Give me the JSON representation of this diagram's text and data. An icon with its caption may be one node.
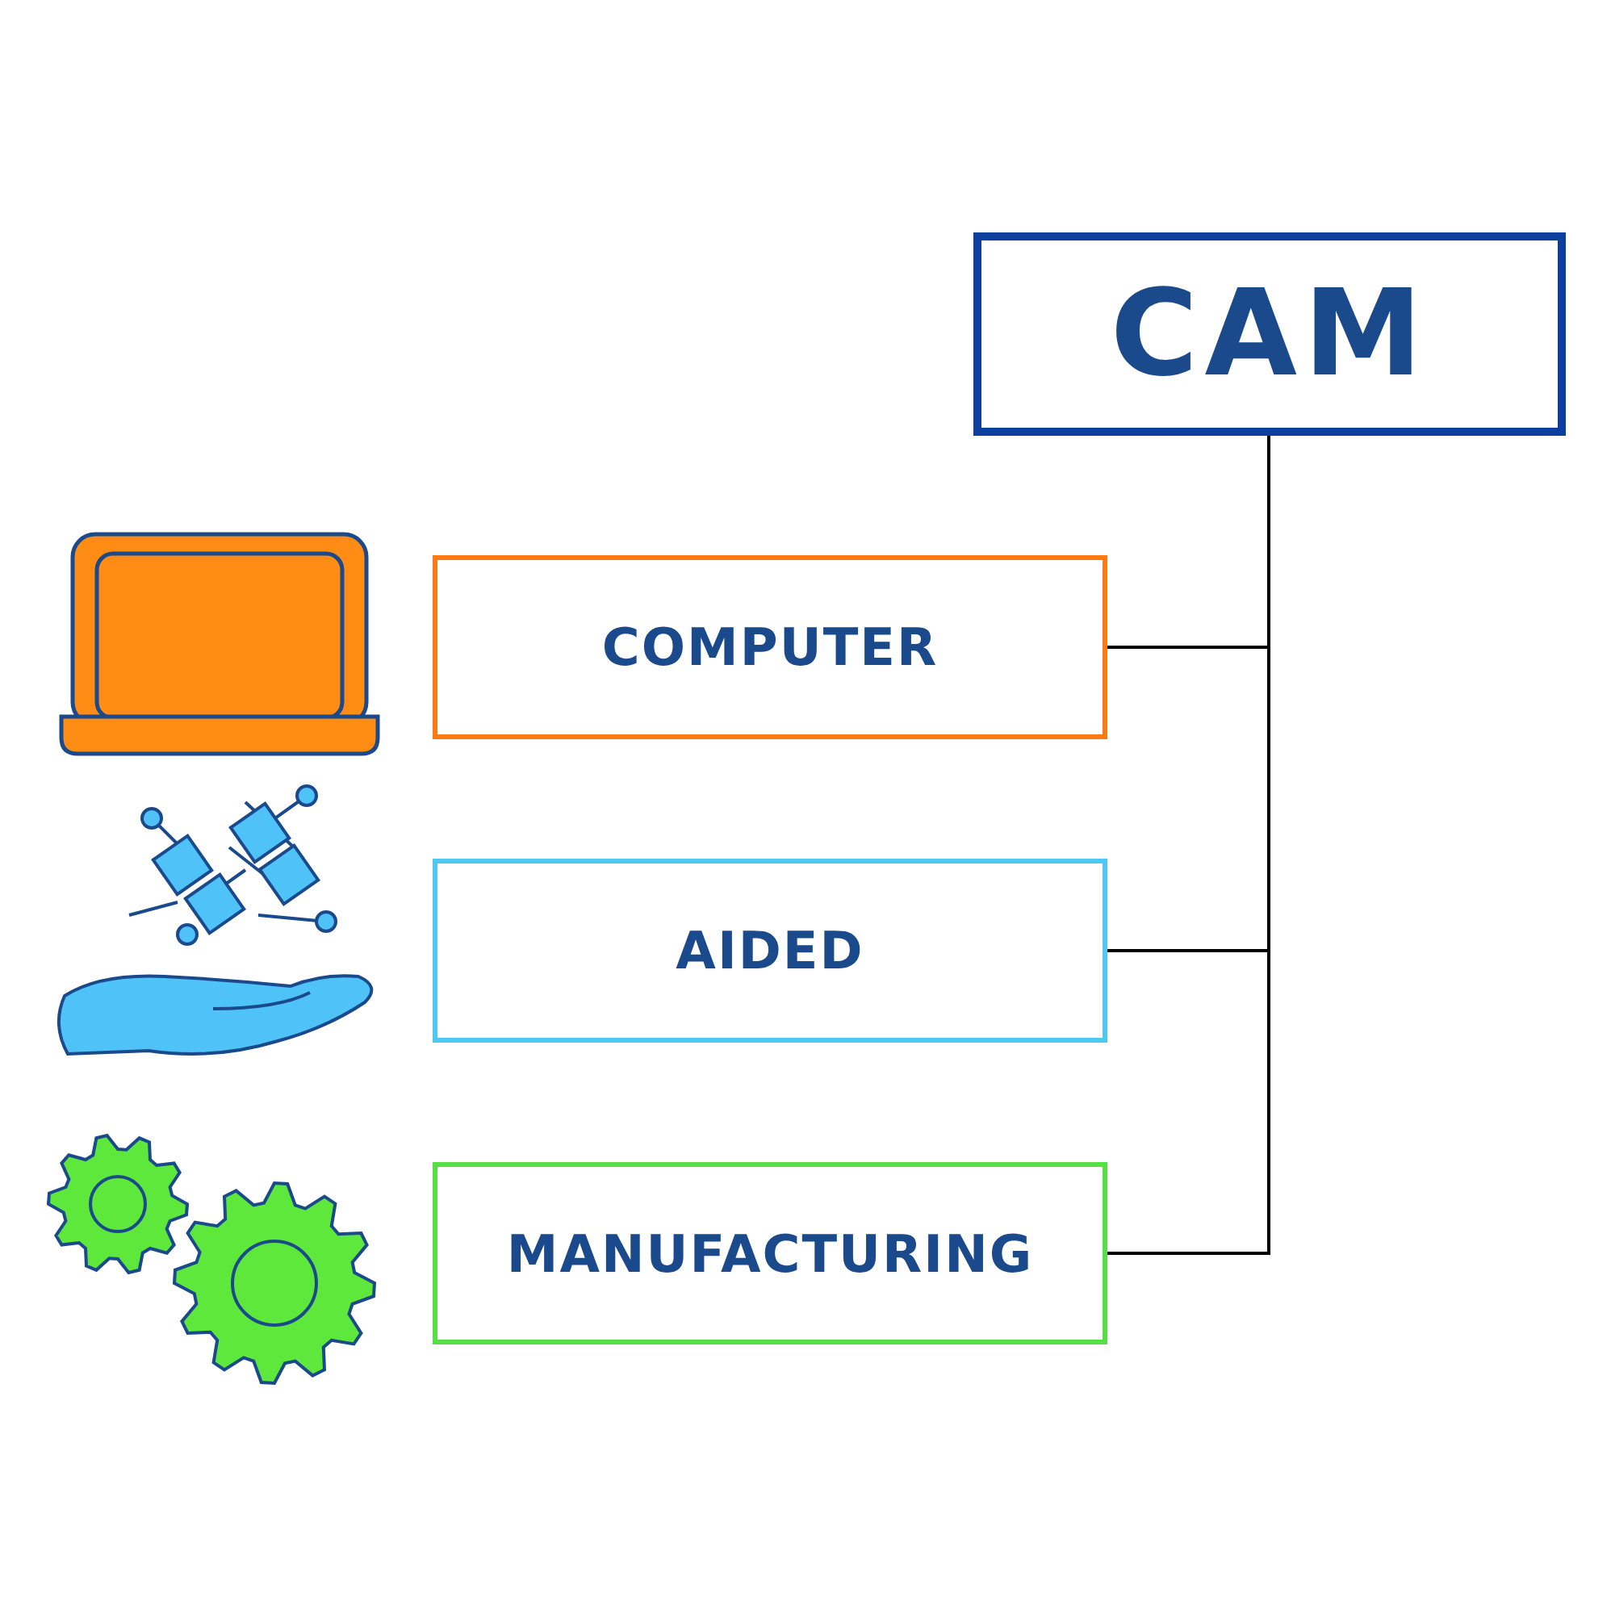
{
  "diagram": {
    "nodes": [
      {
        "text": [
          "CAM"
        ]
      },
      {
        "text": [
          "COMPUTER"
        ]
      },
      {
        "text": [
          "AIDED"
        ]
      },
      {
        "text": [
          "MANUFACTURING"
        ]
      }
    ],
    "edges": [
      {
        "from": 0,
        "to": 1,
        "arrow": "none"
      },
      {
        "from": 0,
        "to": 2,
        "arrow": "none"
      },
      {
        "from": 0,
        "to": 3,
        "arrow": "none"
      }
    ]
  }
}
